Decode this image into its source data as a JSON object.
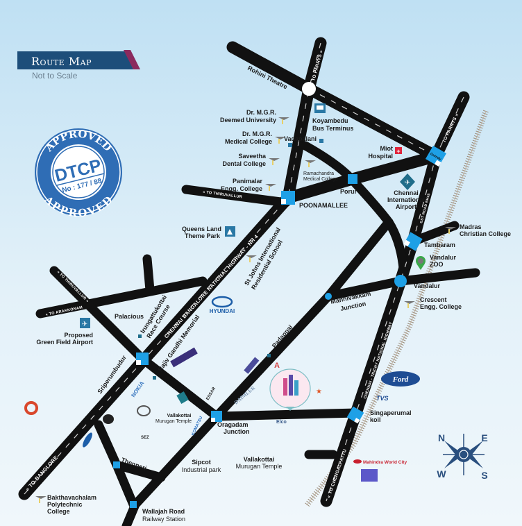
{
  "header": {
    "title": "Route Map",
    "subtitle": "Not to Scale",
    "accent": "#1d4e7a",
    "ribbon": "#8b2a5e"
  },
  "stamp": {
    "ring_text_top": "APPROVED",
    "ring_text_bottom": "APPROVED",
    "center": "DTCP",
    "number": "No : 177 / 88",
    "color": "#2f6db5"
  },
  "colors": {
    "road": "#111111",
    "junction": "#1ea0e6",
    "background_top": "#bfe0f3",
    "background_bottom": "#f0f7fb"
  },
  "road_labels": {
    "to_parrys_nh4": "TO PARRYS »",
    "to_parrys_gst": "TO PARRYS »",
    "gst_road": "GST ROAD NH45",
    "trichy_highway": "CHENNAI - TRICHY NATIONAL HIGHWAY",
    "to_chengalpattu": "« TO CHENGALPATTU",
    "nh4": "CHENNAI BANGALORE NATIONAL HIGHWAY - NH 4",
    "to_banglore": "« TO BANGLORE",
    "to_thiruvallur_top": "« TO THIRUVALLUR",
    "to_thiruvallur_left": "« TO THIRUVALLUR »",
    "to_arakkonam": "« TO ARAKKONAM"
  },
  "places": {
    "rohini": "Rohini Theatre",
    "koyambedu": [
      "Koyambedu",
      "Bus Terminus"
    ],
    "mgr_univ": [
      "Dr. M.G.R.",
      "Deemed University"
    ],
    "mgr_med": [
      "Dr. M.G.R.",
      "Medical College"
    ],
    "vadapalani": "Vadapalani",
    "miot": [
      "Miot",
      "Hospital"
    ],
    "guindy": "Guindy",
    "saveetha": [
      "Saveetha",
      "Dental College"
    ],
    "ramachandra": [
      "Ramachandra",
      "Medical College"
    ],
    "panimalar": [
      "Panimalar",
      "Engg. College"
    ],
    "porur": "Porur",
    "poonamallee": "POONAMALLEE",
    "airport": [
      "Chennai",
      "International",
      "Airport"
    ],
    "queensland": [
      "Queens Land",
      "Theme Park"
    ],
    "stjohns": [
      "St Johns International",
      "Residential School"
    ],
    "mcc": [
      "Madras",
      "Christian College"
    ],
    "tambaram": "Tambaram",
    "zoo": [
      "Vandalur",
      "ZOO"
    ],
    "vandalur": "Vandalur",
    "mannivakkam": [
      "Mannivakkam",
      "Junction"
    ],
    "crescent": [
      "Crescent",
      "Engg. College"
    ],
    "palacious": "Palacious",
    "irungattukottai": [
      "Irungattukottai",
      "Race Course"
    ],
    "greenfield": [
      "Proposed",
      "Green Field Airport"
    ],
    "sriperumbudur": "Sriperumbudur",
    "rajiv": "Rajiv Gandhi Memorial",
    "padappai": "Padappai",
    "oragadam": [
      "Oragadam",
      "Junction"
    ],
    "vallakottai_1": [
      "Vallakottai",
      "Murugan Temple"
    ],
    "vallakottai_2": [
      "Vallakottai",
      "Murugan Temple"
    ],
    "sipcot": [
      "Sipcot",
      "Industrial park"
    ],
    "thenneri": "Thenneri",
    "wallajah": [
      "Wallajah Road",
      "Railway Station"
    ],
    "bakthavachalam": [
      "Bakthavachalam",
      "Polytechnic",
      "College"
    ],
    "singaperumal": [
      "Singaperumal",
      "koil"
    ]
  },
  "brands": {
    "hyundai": "HYUNDAI",
    "nokia": "NOKIA",
    "essar": "ESSAR",
    "daimler": "DAIMLER",
    "komatsu": "KOMATSU",
    "ford": "Ford",
    "tvs": "TVS",
    "mahindra": "Mahindra World City",
    "sez": "SEZ",
    "elco": "Elco"
  },
  "compass": {
    "n": "N",
    "e": "E",
    "w": "W",
    "s": "S",
    "color": "#2a4f7e"
  }
}
